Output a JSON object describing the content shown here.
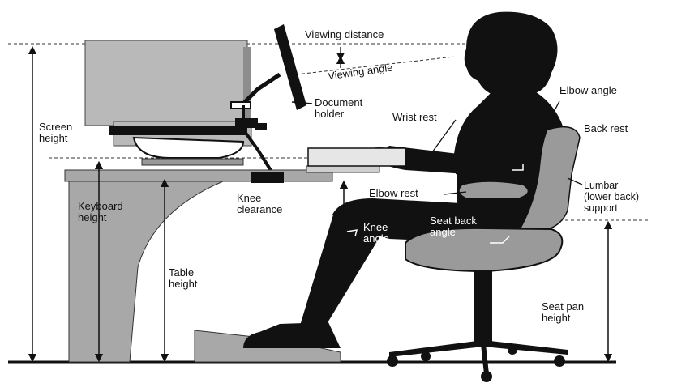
{
  "labels": {
    "viewing_distance": "Viewing distance",
    "viewing_angle": "Viewing angle",
    "document_holder": "Document\nholder",
    "wrist_rest": "Wrist rest",
    "elbow_angle": "Elbow angle",
    "back_rest": "Back rest",
    "lumbar_support": "Lumbar\n(lower back)\nsupport",
    "screen_height": "Screen\nheight",
    "keyboard_height": "Keyboard\nheight",
    "knee_clearance": "Knee\nclearance",
    "elbow_rest": "Elbow rest",
    "knee_angle": "Knee\nangle",
    "seat_back_angle": "Seat back\nangle",
    "table_height": "Table\nheight",
    "seat_pan_height": "Seat pan\nheight"
  },
  "colors": {
    "ink": "#111111",
    "monitor_grey": "#b9b9b9",
    "chair_grey": "#9a9a9a",
    "desk_grey": "#a8a8a8",
    "dash": "#333333"
  }
}
